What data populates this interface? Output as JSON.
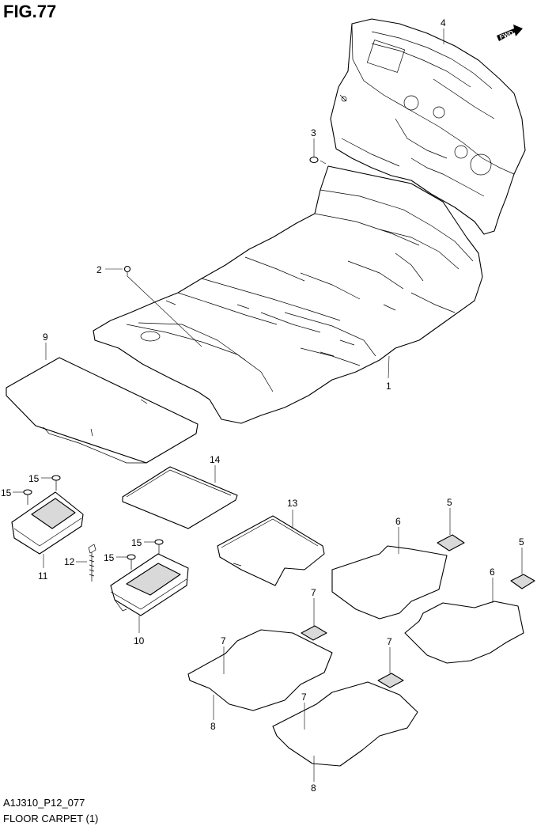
{
  "figure": {
    "title": "FIG.77",
    "code": "A1J310_P12_077",
    "name": "FLOOR CARPET (1)"
  },
  "fwd_arrow": {
    "label": "FWD"
  },
  "callouts": [
    {
      "id": "c-4",
      "label": "4"
    },
    {
      "id": "c-3",
      "label": "3"
    },
    {
      "id": "c-2",
      "label": "2"
    },
    {
      "id": "c-1",
      "label": "1"
    },
    {
      "id": "c-9",
      "label": "9"
    },
    {
      "id": "c-14",
      "label": "14"
    },
    {
      "id": "c-15a",
      "label": "15"
    },
    {
      "id": "c-15b",
      "label": "15"
    },
    {
      "id": "c-15c",
      "label": "15"
    },
    {
      "id": "c-15d",
      "label": "15"
    },
    {
      "id": "c-13",
      "label": "13"
    },
    {
      "id": "c-5a",
      "label": "5"
    },
    {
      "id": "c-5b",
      "label": "5"
    },
    {
      "id": "c-6a",
      "label": "6"
    },
    {
      "id": "c-6b",
      "label": "6"
    },
    {
      "id": "c-12",
      "label": "12"
    },
    {
      "id": "c-11",
      "label": "11"
    },
    {
      "id": "c-10",
      "label": "10"
    },
    {
      "id": "c-7a",
      "label": "7"
    },
    {
      "id": "c-7b",
      "label": "7"
    },
    {
      "id": "c-7c",
      "label": "7"
    },
    {
      "id": "c-7d",
      "label": "7"
    },
    {
      "id": "c-8a",
      "label": "8"
    },
    {
      "id": "c-8b",
      "label": "8"
    }
  ]
}
